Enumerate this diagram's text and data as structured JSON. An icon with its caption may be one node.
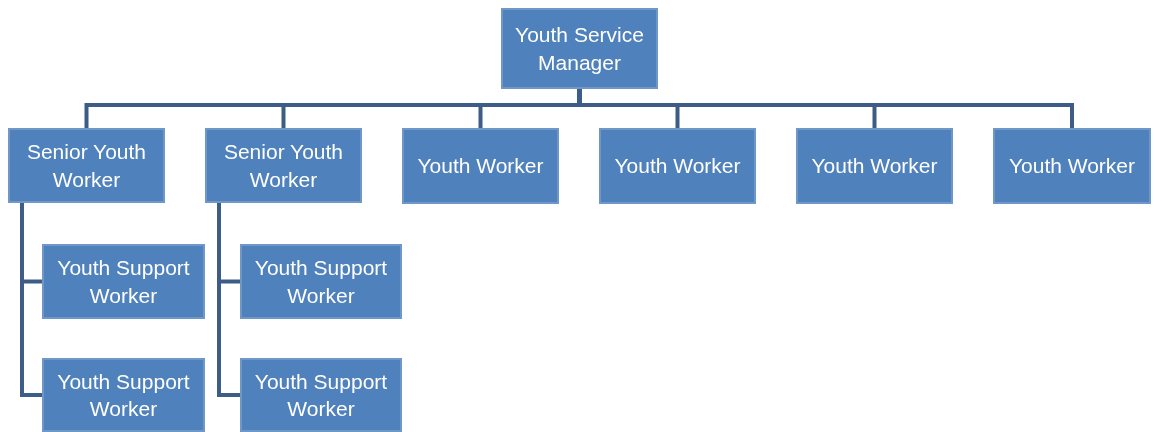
{
  "diagram": {
    "nodes": [
      {
        "text": [
          "Youth Service Manager"
        ]
      },
      {
        "text": [
          "Senior Youth Worker"
        ]
      },
      {
        "text": [
          "Senior Youth Worker"
        ]
      },
      {
        "text": [
          "Youth Worker"
        ]
      },
      {
        "text": [
          "Youth Worker"
        ]
      },
      {
        "text": [
          "Youth Worker"
        ]
      },
      {
        "text": [
          "Youth Worker"
        ]
      },
      {
        "text": [
          "Youth Support Worker"
        ]
      },
      {
        "text": [
          "Youth Support Worker"
        ]
      },
      {
        "text": [
          "Youth Support Worker"
        ]
      },
      {
        "text": [
          "Youth Support Worker"
        ]
      }
    ],
    "edges": [
      {
        "from": 0,
        "to": 1,
        "arrow": "none"
      },
      {
        "from": 0,
        "to": 2,
        "arrow": "none"
      },
      {
        "from": 0,
        "to": 3,
        "arrow": "none"
      },
      {
        "from": 0,
        "to": 4,
        "arrow": "none"
      },
      {
        "from": 0,
        "to": 5,
        "arrow": "none"
      },
      {
        "from": 0,
        "to": 6,
        "arrow": "none"
      },
      {
        "from": 1,
        "to": 7,
        "arrow": "none"
      },
      {
        "from": 1,
        "to": 8,
        "arrow": "none"
      },
      {
        "from": 2,
        "to": 9,
        "arrow": "none"
      },
      {
        "from": 2,
        "to": 10,
        "arrow": "none"
      }
    ]
  }
}
